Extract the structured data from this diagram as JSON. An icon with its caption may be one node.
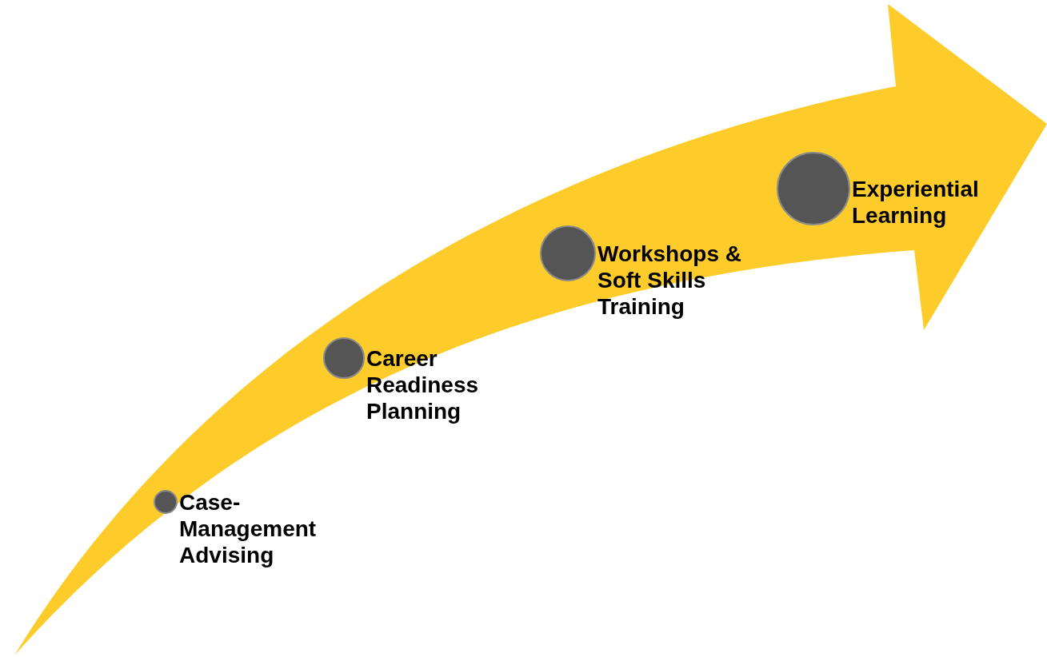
{
  "diagram": {
    "nodes": [
      {
        "text": [],
        "shape": "circle",
        "beside": [
          "Case-Management Advising"
        ]
      },
      {
        "text": [],
        "shape": "circle",
        "beside": [
          "Career Readiness Planning"
        ]
      },
      {
        "text": [],
        "shape": "circle",
        "beside": [
          "Workshops & Soft Skills Training"
        ]
      },
      {
        "text": [],
        "shape": "circle",
        "beside": [
          "Experiential Learning"
        ]
      }
    ]
  }
}
